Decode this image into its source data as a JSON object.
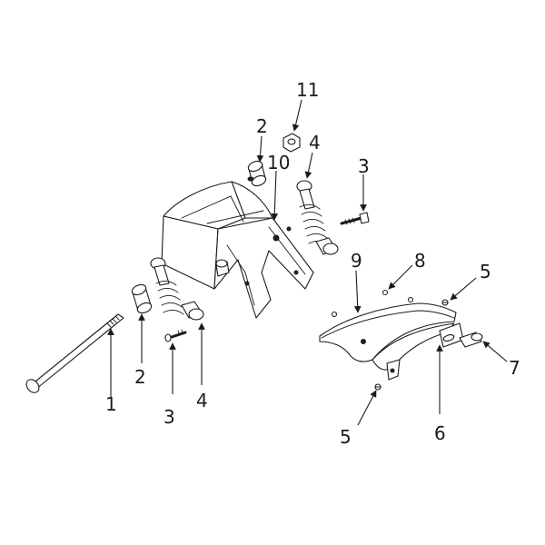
{
  "callouts": {
    "c1": "1",
    "c2a": "2",
    "c2b": "2",
    "c3a": "3",
    "c3b": "3",
    "c4a": "4",
    "c4b": "4",
    "c5a": "5",
    "c5b": "5",
    "c6": "6",
    "c7": "7",
    "c8": "8",
    "c9": "9",
    "c10": "10",
    "c11": "11"
  }
}
